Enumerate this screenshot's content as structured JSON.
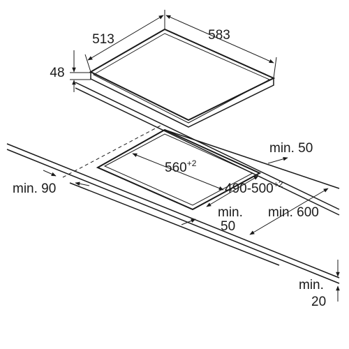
{
  "labels": {
    "hob_depth": "513",
    "hob_width": "583",
    "hob_height": "48",
    "cutout_width": "560",
    "cutout_width_tol": "+2",
    "cutout_depth": "490-500",
    "cutout_depth_tol": "+2",
    "min_back_line1": "min. 50",
    "min_side_line1": "min. 90",
    "min_front_line1": "min.",
    "min_front_line2": "50",
    "min_above": "min. 600",
    "min_thickness_line1": "min.",
    "min_thickness_line2": "20"
  },
  "colors": {
    "line": "#1a1a1a",
    "background": "#ffffff"
  }
}
